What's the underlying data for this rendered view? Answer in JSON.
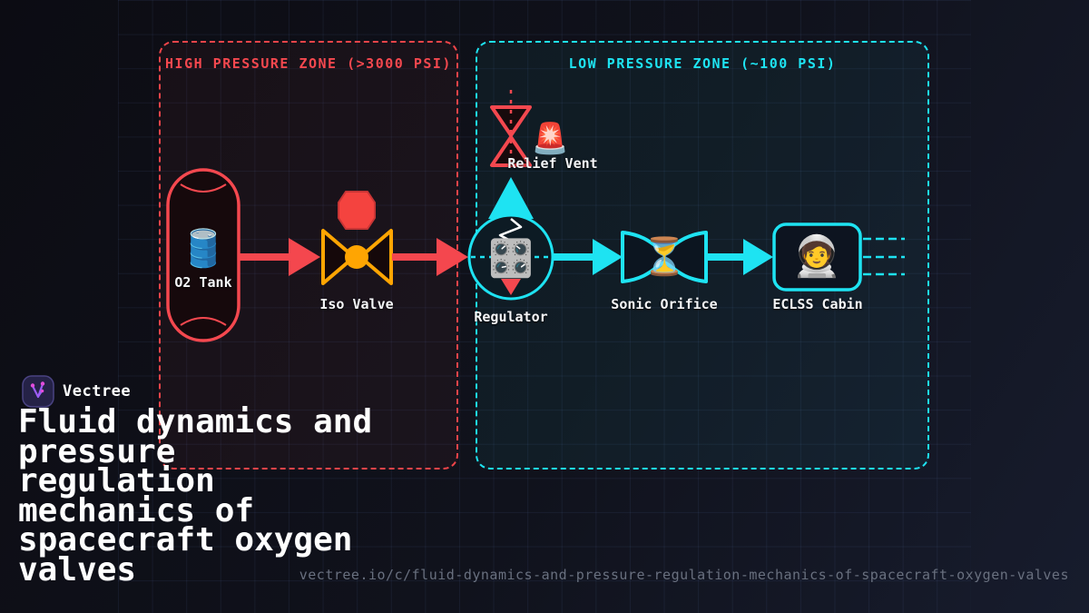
{
  "brand": {
    "name": "Vectree"
  },
  "title": {
    "text": "Fluid dynamics and pressure regulation mechanics of spacecraft oxygen valves"
  },
  "footer": {
    "url": "vectree.io/c/fluid-dynamics-and-pressure-regulation-mechanics-of-spacecraft-oxygen-valves"
  },
  "diagram": {
    "zones": {
      "high": {
        "label": "HIGH PRESSURE ZONE (>3000 PSI)",
        "color": "#f4484f"
      },
      "low": {
        "label": "LOW PRESSURE ZONE (~100 PSI)",
        "color": "#1ee3f2"
      }
    },
    "nodes": {
      "tank": {
        "label": "O2 Tank",
        "icon": "oil-drum-icon",
        "glyph": "🛢️"
      },
      "iso_valve": {
        "label": "Iso Valve",
        "icon": "valve-bowtie-icon"
      },
      "relief_vent": {
        "label": "Relief Vent",
        "icon": "rotating-light-icon",
        "glyph": "🚨"
      },
      "regulator": {
        "label": "Regulator",
        "icon": "control-knobs-icon",
        "glyph": "🎛️"
      },
      "sonic_orifice": {
        "label": "Sonic Orifice",
        "icon": "hourglass-icon",
        "glyph": "⏳"
      },
      "eclss_cabin": {
        "label": "ECLSS Cabin",
        "icon": "astronaut-icon",
        "glyph": "🧑‍🚀"
      }
    },
    "colors": {
      "high_pressure_red": "#f4484f",
      "low_pressure_cyan": "#1ee3f2",
      "valve_orange": "#ffa502",
      "octagon_red": "#f4433f",
      "label_white": "#f5f6f8",
      "url_gray": "#69707f"
    }
  }
}
